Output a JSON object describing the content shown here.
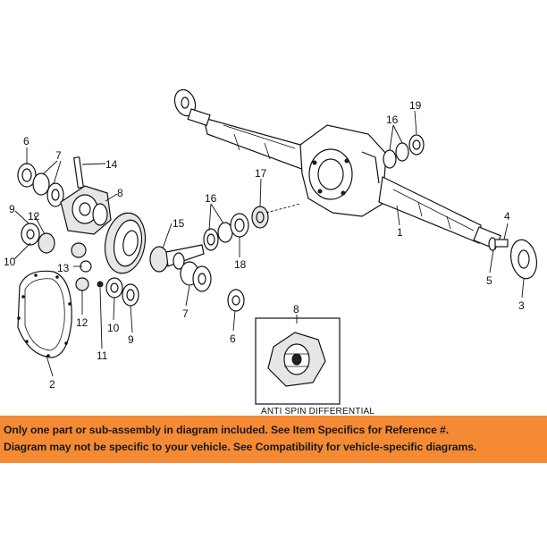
{
  "diagram": {
    "callouts": [
      "1",
      "2",
      "3",
      "4",
      "5",
      "6",
      "7",
      "8",
      "9",
      "10",
      "11",
      "12",
      "13",
      "14",
      "15",
      "16",
      "17",
      "18",
      "19"
    ],
    "inset_caption": "ANTI SPIN DIFFERENTIAL"
  },
  "banner": {
    "line1": "Only one part or sub-assembly in diagram included. See Item Specifics for Reference #.",
    "line2": "Diagram may not be specific to your vehicle. See Compatibility for vehicle-specific diagrams.",
    "background": "#f58a34"
  }
}
